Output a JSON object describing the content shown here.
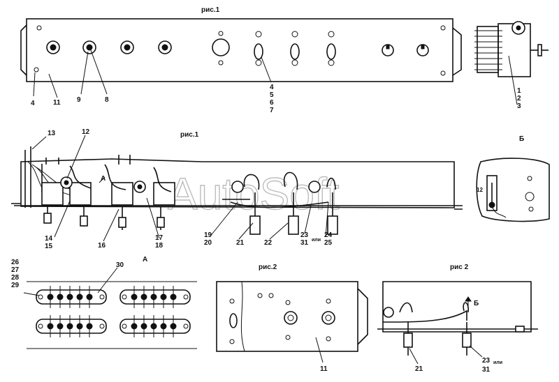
{
  "captions": {
    "fig1_top": "рис.1",
    "fig1_mid": "рис.1",
    "view_b": "Б",
    "view_a": "А",
    "fig2_left": "рис.2",
    "fig2_right": "рис 2"
  },
  "watermark": "AutoSoft",
  "callouts": {
    "top": [
      "4",
      "11",
      "9",
      "8",
      "4",
      "5",
      "6",
      "7",
      "1",
      "2",
      "3"
    ],
    "mid": [
      "13",
      "12",
      "А",
      "14",
      "15",
      "16",
      "17",
      "18",
      "19",
      "20",
      "21",
      "22",
      "23",
      "31",
      "или",
      "24",
      "25",
      "12"
    ],
    "bottom_left": [
      "26",
      "27",
      "28",
      "29",
      "30"
    ],
    "bottom_mid": [
      "11"
    ],
    "bottom_right": [
      "Б",
      "21",
      "23",
      "или",
      "31"
    ]
  }
}
